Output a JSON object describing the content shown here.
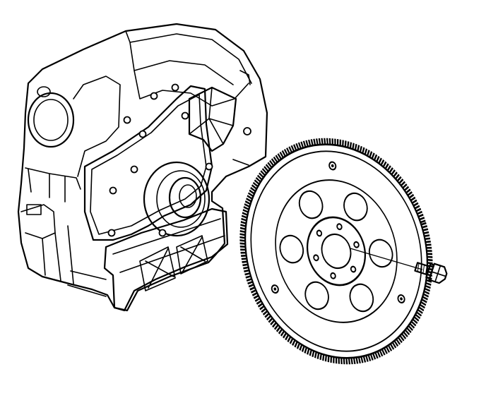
{
  "diagram": {
    "parts": [
      {
        "id": "engine-block",
        "icon": "engine-block-rear-view"
      },
      {
        "id": "flexplate",
        "icon": "flywheel-ring-gear"
      },
      {
        "id": "flexplate-bolt",
        "icon": "hex-bolt"
      }
    ],
    "flexplate": {
      "large_holes": 6,
      "bolt_holes": 6,
      "locator_holes": 3
    },
    "colors": {
      "line": "#000000",
      "background": "#ffffff"
    }
  }
}
